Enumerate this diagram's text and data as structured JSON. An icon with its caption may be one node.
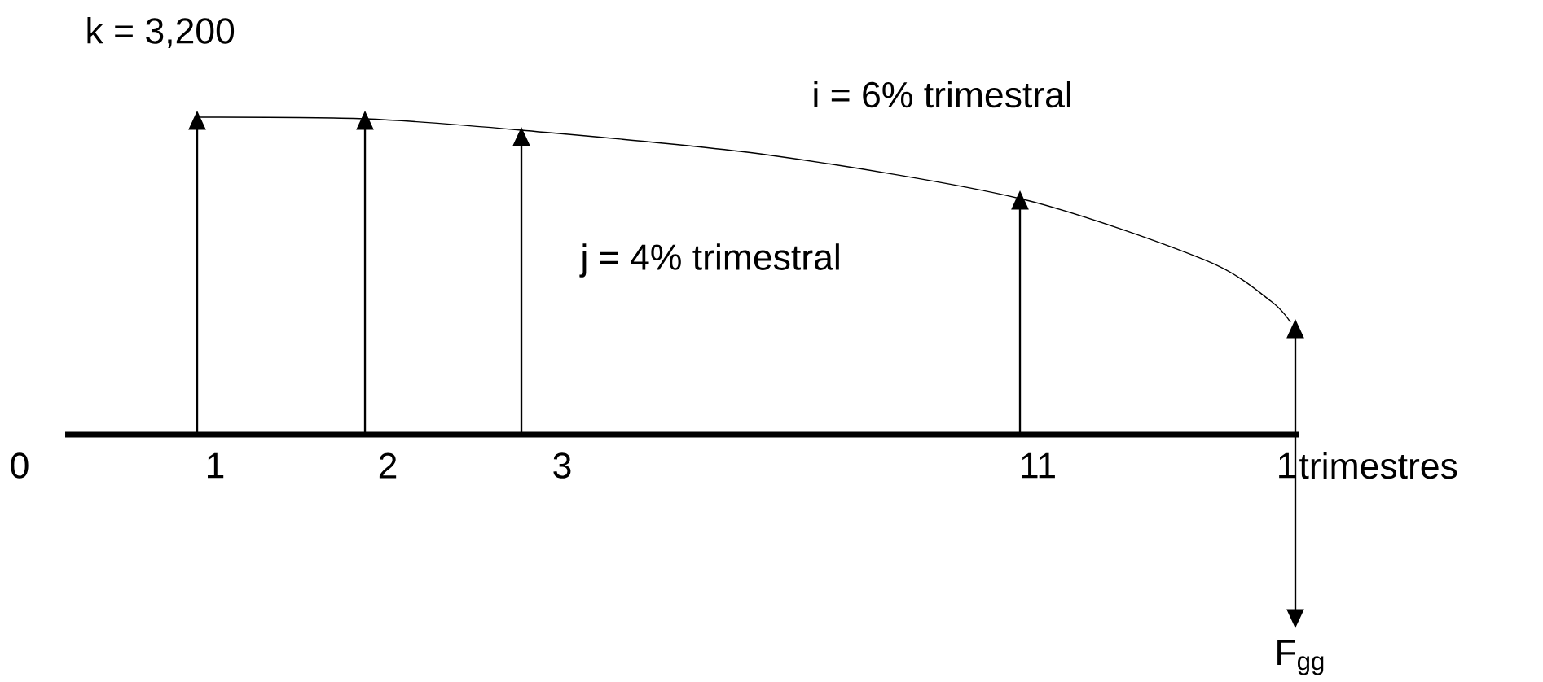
{
  "diagram": {
    "labels": [
      "k = 3,200",
      "i = 6% trimestral",
      "j = 4% trimestral",
      "0",
      "1",
      "2",
      "3",
      "11",
      "1",
      "trimestres",
      "F$_{gg}$"
    ]
  }
}
